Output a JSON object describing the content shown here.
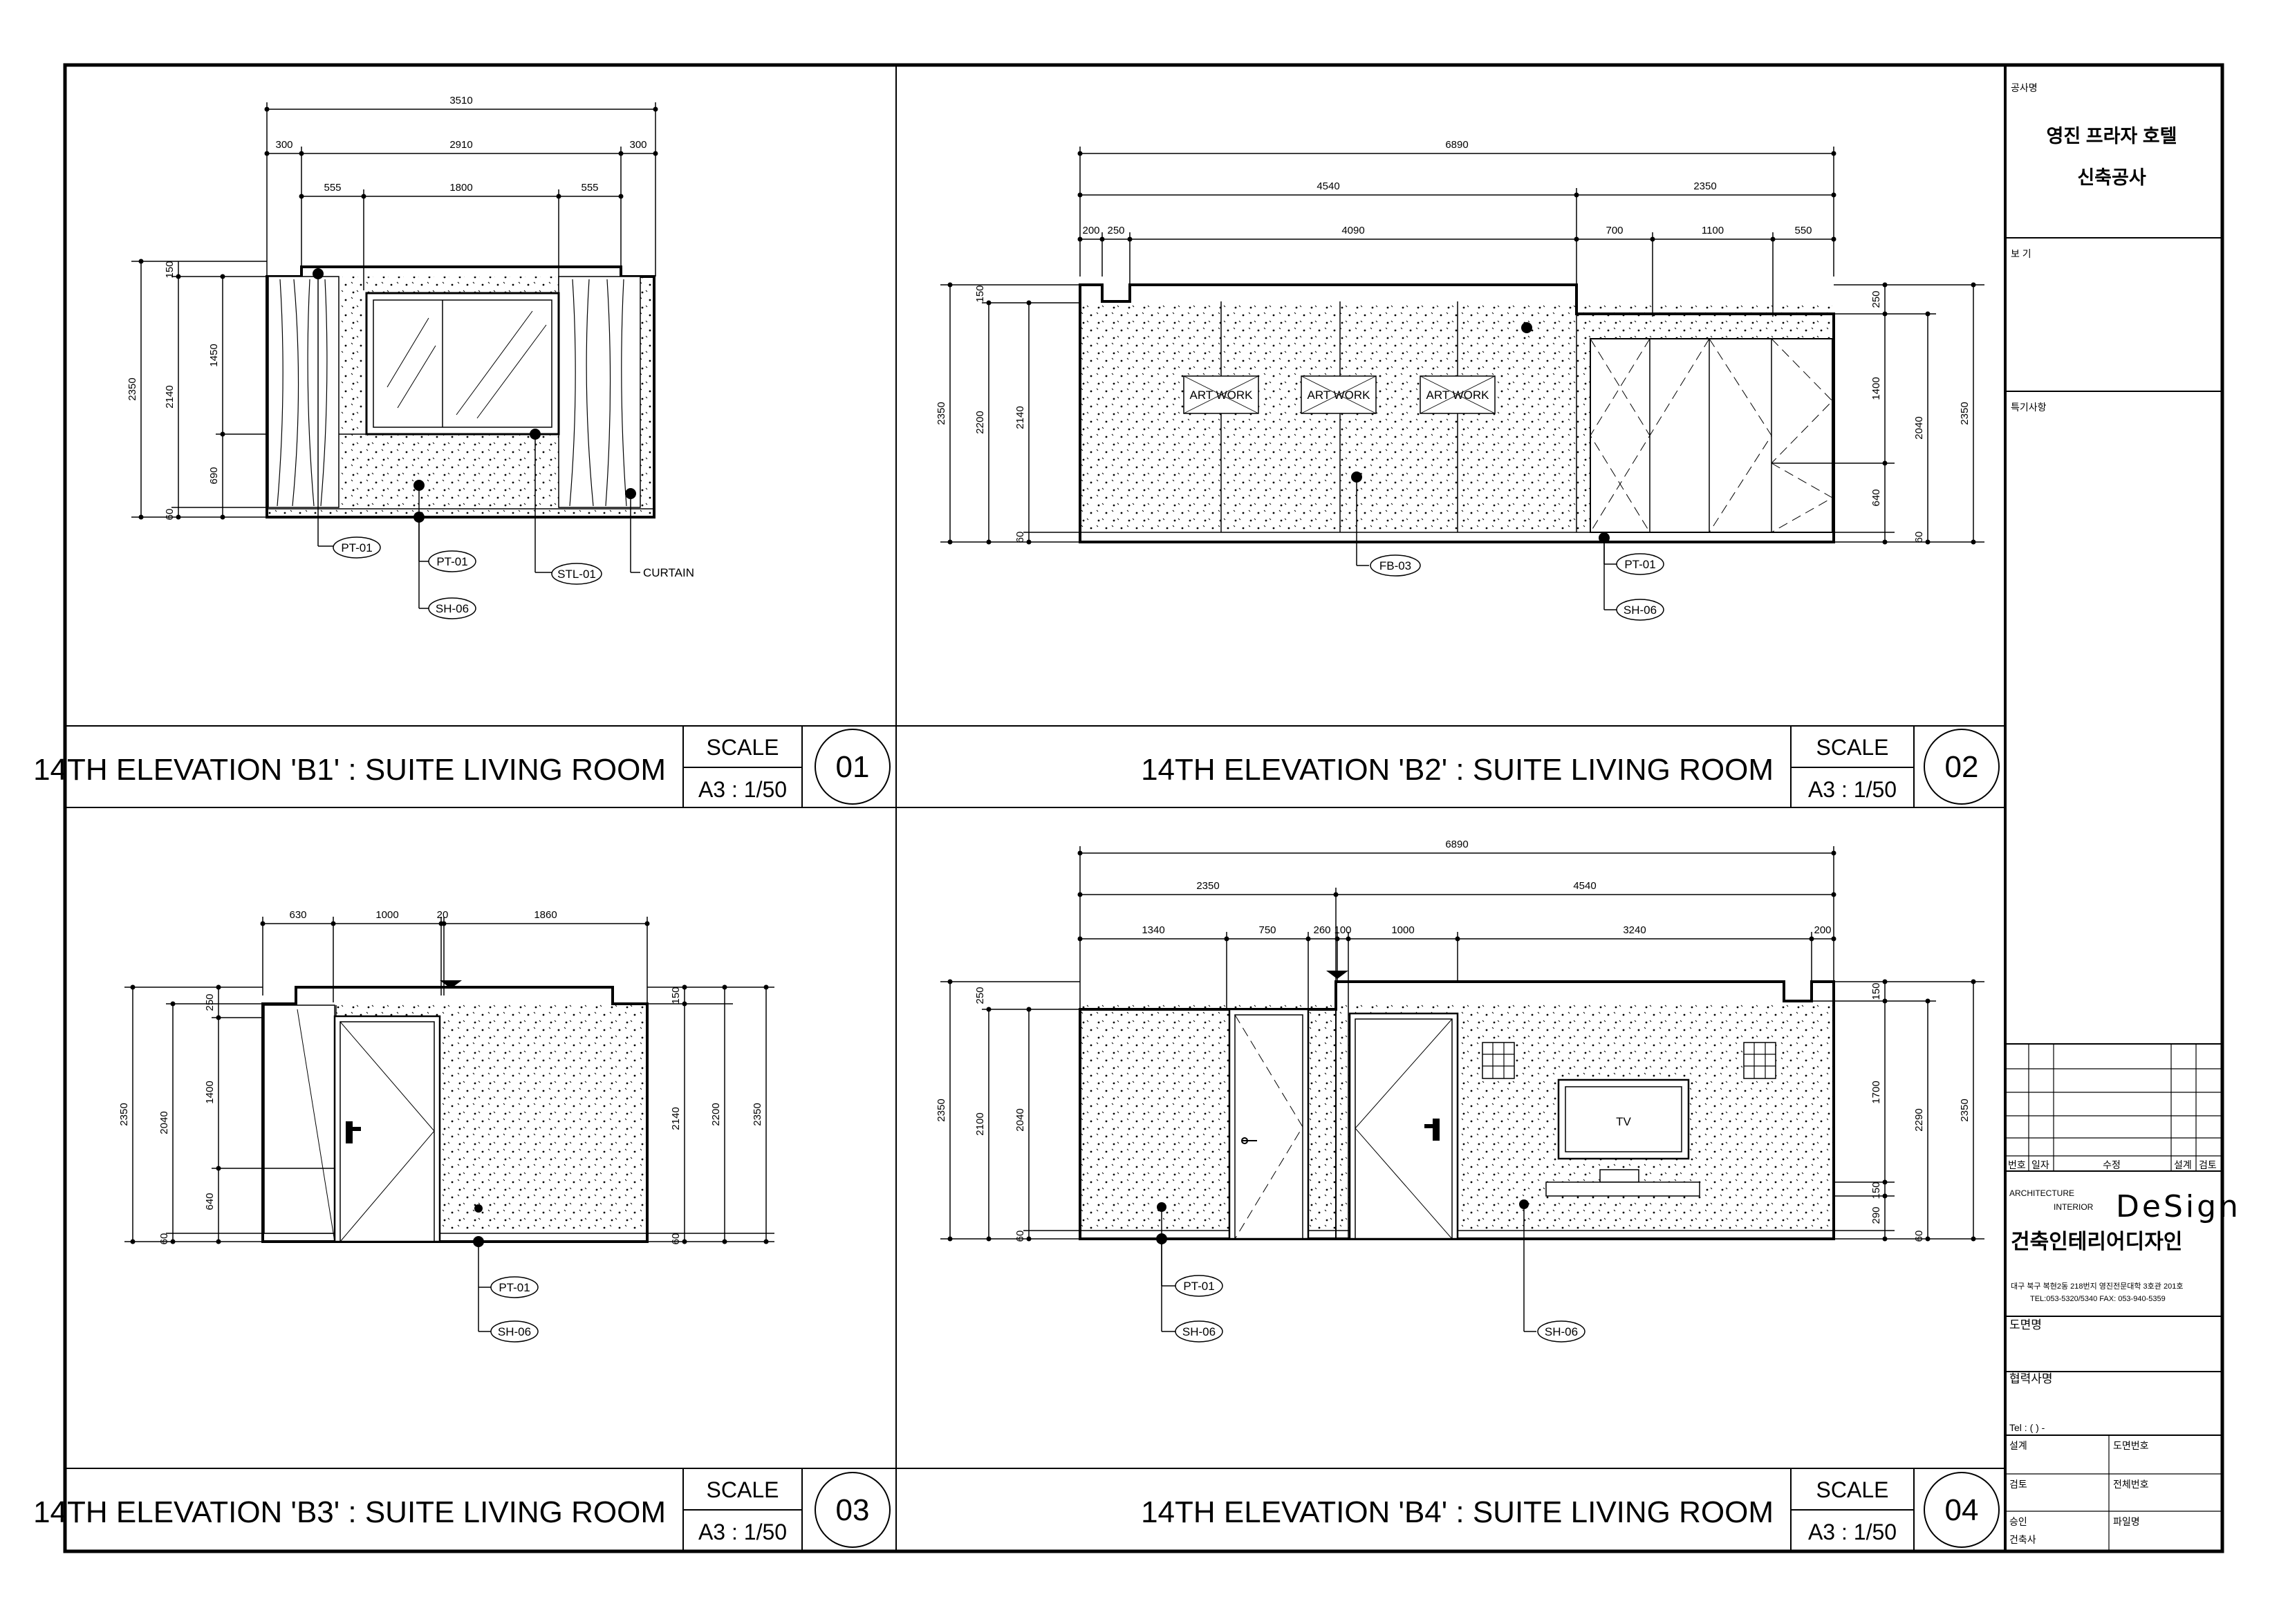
{
  "drawings": [
    {
      "id": "b1",
      "title": "14TH ELEVATION 'B1' : SUITE LIVING ROOM",
      "scale_label": "SCALE",
      "scale": "A3 : 1/50",
      "number": "01",
      "dims_top": [
        "3510",
        "300",
        "2910",
        "300",
        "555",
        "1800",
        "555"
      ],
      "dims_left": [
        "2350",
        "2140",
        "150",
        "1450",
        "690",
        "60"
      ],
      "tags": [
        "PT-01",
        "PT-01",
        "SH-06",
        "STL-01"
      ],
      "notes": [
        "CURTAIN"
      ]
    },
    {
      "id": "b2",
      "title": "14TH ELEVATION 'B2' : SUITE LIVING ROOM",
      "scale_label": "SCALE",
      "scale": "A3 : 1/50",
      "number": "02",
      "dims_top": [
        "6890",
        "4540",
        "2350",
        "200",
        "250",
        "4090",
        "700",
        "1100",
        "550"
      ],
      "dims_left": [
        "2350",
        "2200",
        "2140",
        "150",
        "60"
      ],
      "dims_right": [
        "250",
        "1400",
        "640",
        "2040",
        "2350",
        "60"
      ],
      "labels": [
        "ART WORK",
        "ART WORK",
        "ART WORK"
      ],
      "tags": [
        "FB-03",
        "PT-01",
        "SH-06"
      ]
    },
    {
      "id": "b3",
      "title": "14TH ELEVATION 'B3' : SUITE LIVING ROOM",
      "scale_label": "SCALE",
      "scale": "A3 : 1/50",
      "number": "03",
      "dims_top": [
        "630",
        "1000",
        "20",
        "1860"
      ],
      "dims_left": [
        "2350",
        "2040",
        "250",
        "1400",
        "640",
        "60"
      ],
      "dims_right": [
        "150",
        "2140",
        "2200",
        "2350",
        "60"
      ],
      "tags": [
        "PT-01",
        "SH-06"
      ]
    },
    {
      "id": "b4",
      "title": "14TH ELEVATION 'B4' : SUITE LIVING ROOM",
      "scale_label": "SCALE",
      "scale": "A3 : 1/50",
      "number": "04",
      "dims_top": [
        "6890",
        "2350",
        "4540",
        "1340",
        "750",
        "260",
        "100",
        "1000",
        "3240",
        "200"
      ],
      "dims_left": [
        "2350",
        "2100",
        "2040",
        "250",
        "60"
      ],
      "dims_right": [
        "150",
        "1700",
        "150",
        "290",
        "2290",
        "2350",
        "60"
      ],
      "labels": [
        "TV"
      ],
      "tags": [
        "PT-01",
        "SH-06",
        "SH-06"
      ]
    }
  ],
  "title_block": {
    "project_label": "공사명",
    "project_line1": "영진 프라자 호텔",
    "project_line2": "신축공사",
    "view_label": "보 기",
    "notes_label": "특기사항",
    "revision_headers": [
      "번호",
      "일자",
      "수정",
      "설계",
      "검토"
    ],
    "firm_tagline1": "ARCHITECTURE",
    "firm_tagline2": "INTERIOR",
    "firm_logo": "DeSign",
    "firm_name": "건축인테리어디자인",
    "firm_address": "대구 북구 복현2동 218번지 영진전문대학 3호관 201호",
    "firm_contact": "TEL:053-5320/5340 FAX: 053-940-5359",
    "drawing_name_label": "도면명",
    "contractor_label": "협력사명",
    "tel_label": "Tel :  (    )     -",
    "rows": [
      [
        "설계",
        "도면번호"
      ],
      [
        "검토",
        "전체번호"
      ],
      [
        "승인",
        "파일명"
      ]
    ],
    "architect_label": "건축사"
  }
}
